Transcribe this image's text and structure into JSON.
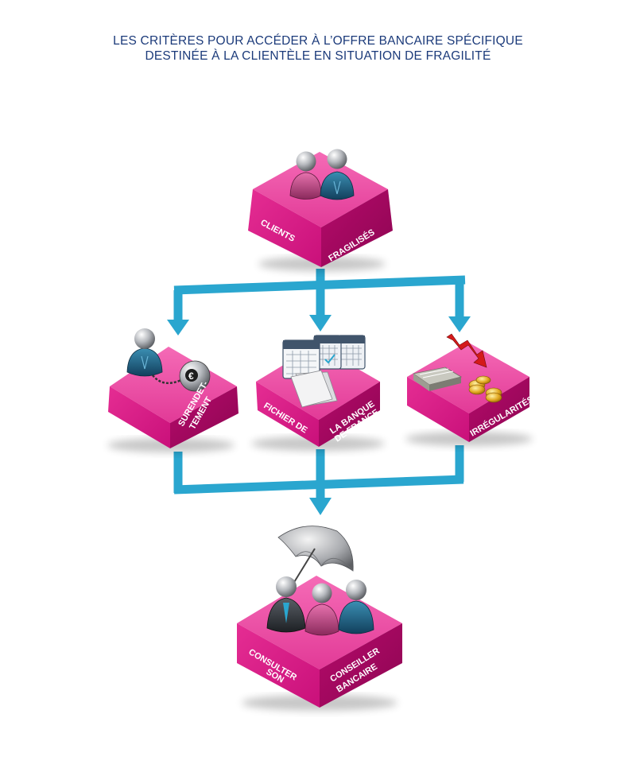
{
  "title": {
    "line1": "LES CRITÈRES POUR ACCÉDER À L’OFFRE BANCAIRE SPÉCIFIQUE",
    "line2": "DESTINÉE À LA CLIENTÈLE EN SITUATION DE FRAGILITÉ"
  },
  "colors": {
    "box_top": "#ee4fa6",
    "box_left": "#d0167f",
    "box_right": "#a4075f",
    "arrow": "#2aa6cf",
    "title": "#1b3a7a"
  },
  "boxes": {
    "clients": {
      "left_text": "CLIENTS",
      "right_text": "FRAGILISÉS",
      "icon": "two-people-icon"
    },
    "surendettement": {
      "line1": "SURENDET-",
      "line2": "TEMENT",
      "icon": "person-ball-and-chain-icon"
    },
    "fichier": {
      "left_text": "FICHIER DE",
      "right_line1": "LA BANQUE",
      "right_line2": "DE FRANCE",
      "icon": "calendar-files-icon"
    },
    "irregularites": {
      "text": "IRRÉGULARITÉS",
      "icon": "falling-money-icon"
    },
    "conseiller": {
      "left_line1": "CONSULTER",
      "left_line2": "SON",
      "right_line1": "CONSEILLER",
      "right_line2": "BANCAIRE",
      "icon": "umbrella-people-icon"
    }
  }
}
